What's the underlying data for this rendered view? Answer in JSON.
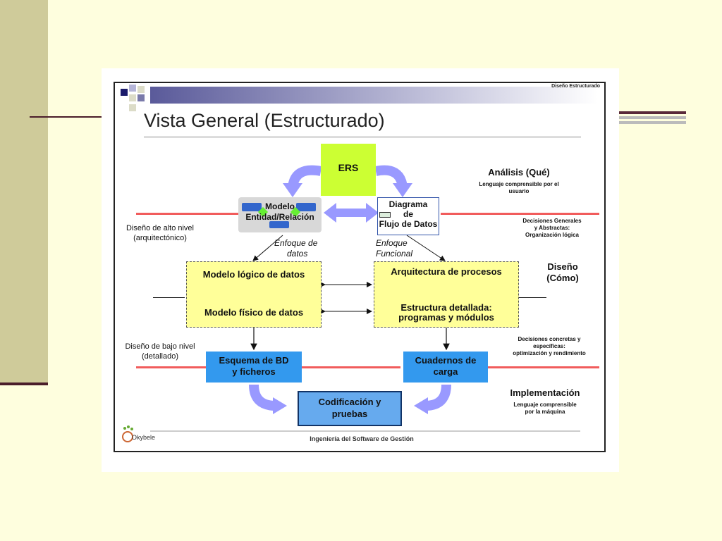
{
  "slide": {
    "header_small": "Diseño Estructurado",
    "title": "Vista General (Estructurado)",
    "footer": "Ingeniería del Software de Gestión",
    "logo_text": "Okybele"
  },
  "nodes": {
    "ers": "ERS",
    "modelo_er": [
      "Modelo",
      "Entidad/Relación"
    ],
    "dfd": [
      "Diagrama",
      "de",
      "Flujo de Datos"
    ],
    "logico": "Modelo lógico de datos",
    "fisico": "Modelo físico de datos",
    "arquitectura": "Arquitectura de procesos",
    "estructura": [
      "Estructura detallada:",
      "programas y módulos"
    ],
    "esquema": [
      "Esquema de BD",
      "y ficheros"
    ],
    "cuadernos": [
      "Cuadernos de",
      "carga"
    ],
    "codificacion": [
      "Codificación y",
      "pruebas"
    ]
  },
  "edge_labels": {
    "enfoque_datos": [
      "Enfoque de",
      "datos"
    ],
    "enfoque_funcional": [
      "Enfoque",
      "Funcional"
    ]
  },
  "left_labels": {
    "alto": [
      "Diseño de alto nivel",
      "(arquitectónico)"
    ],
    "bajo": [
      "Diseño de bajo nivel",
      "(detallado)"
    ]
  },
  "right_labels": {
    "analisis": "Análisis (Qué)",
    "analisis_sub": [
      "Lenguaje comprensible por el",
      "usuario"
    ],
    "decisiones_generales": [
      "Decisiones Generales",
      "y Abstractas:",
      "Organización lógica"
    ],
    "diseno": [
      "Diseño",
      "(Cómo)"
    ],
    "decisiones_concretas": [
      "Decisiones concretas y",
      "específicas:",
      "optimización y rendimiento"
    ],
    "implementacion": "Implementación",
    "implementacion_sub": [
      "Lenguaje comprensible",
      "por la máquina"
    ]
  },
  "colors": {
    "page_bg": "#fefede",
    "left_bar": "#cfcb9a",
    "accent_dark": "#4a1d2a",
    "ers_green": "#ccff33",
    "yellow_box": "#ffff99",
    "blue_box": "#3399ee",
    "lilac_arrow": "#9999ff",
    "red_line": "#ee3333"
  }
}
